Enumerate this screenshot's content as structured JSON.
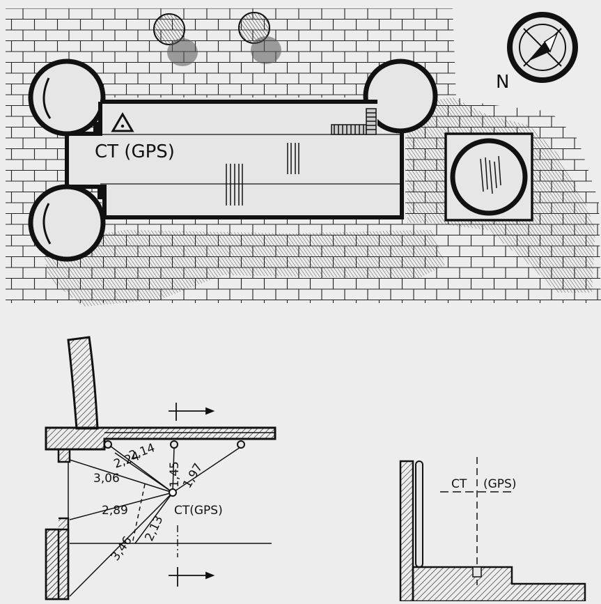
{
  "plan": {
    "label": "CT (GPS)",
    "compass_letter": "N",
    "hazard_symbol": "warning-triangle-icon"
  },
  "detail": {
    "point_label": "CT(GPS)",
    "measurements": [
      "2,14",
      "2,24",
      "3,06",
      "1,45",
      "1,97",
      "2,89",
      "2,13",
      "3,46"
    ]
  },
  "section": {
    "label_ct": "CT",
    "label_gps": "(GPS)"
  },
  "colors": {
    "ink": "#111111",
    "paper": "#ededed",
    "floor": "#e4e4e4"
  }
}
